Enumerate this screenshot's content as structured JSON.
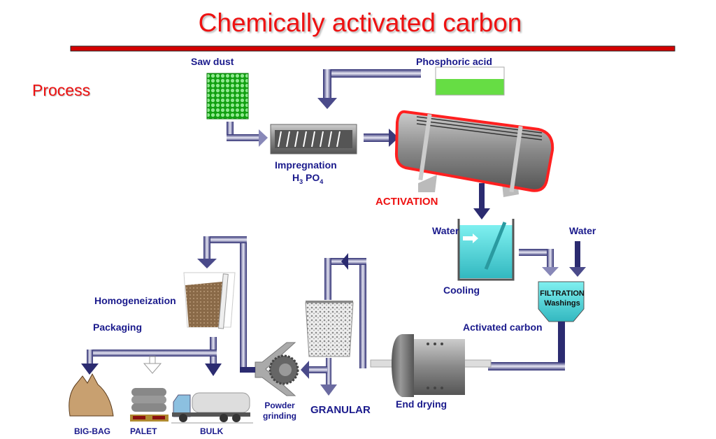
{
  "title": "Chemically activated carbon",
  "section": "Process",
  "labels": {
    "saw_dust": "Saw dust",
    "phosphoric_acid": "Phosphoric acid",
    "impregnation": "Impregnation",
    "h3po4_h": "H",
    "h3po4_3": "3",
    "h3po4_po": " PO",
    "h3po4_4": "4",
    "activation": "ACTIVATION",
    "water_left": "Water",
    "water_right": "Water",
    "cooling": "Cooling",
    "filtration": "FILTRATION",
    "washings": "Washings",
    "activated_carbon": "Activated carbon",
    "end_drying": "End drying",
    "granular": "GRANULAR",
    "powder": "Powder",
    "grinding": "grinding",
    "homogeneization": "Homogeneization",
    "packaging": "Packaging",
    "big_bag": "BIG-BAG",
    "palet": "PALET",
    "bulk": "BULK"
  },
  "colors": {
    "accent_red": "#ee1111",
    "label_blue": "#1a1a8c",
    "pipe": "#2b2b70",
    "water": "#55dde0",
    "acid": "#66dd44"
  }
}
